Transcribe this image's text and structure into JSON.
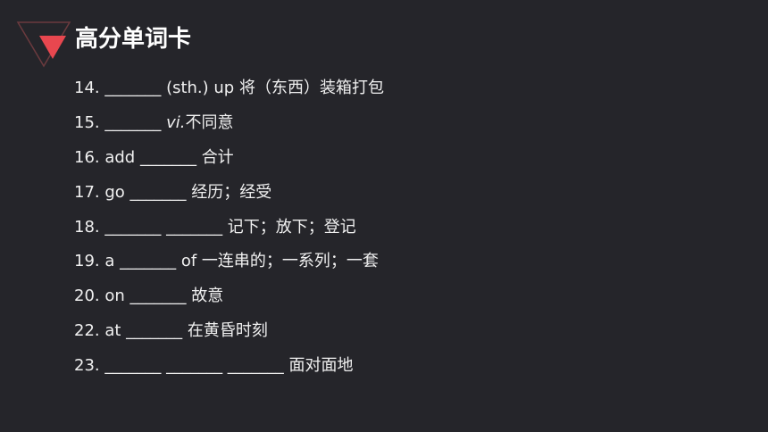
{
  "slide": {
    "title": "高分单词卡"
  },
  "items": [
    {
      "lead": "14. _______ (sth.) up  ",
      "pos": "",
      "meaning": "将（东西）装箱打包"
    },
    {
      "lead": "15. _______  ",
      "pos": "vi.",
      "meaning": "不同意"
    },
    {
      "lead": "16. add _______ ",
      "pos": "",
      "meaning": "合计"
    },
    {
      "lead": "17. go _______  ",
      "pos": "",
      "meaning": "经历；经受"
    },
    {
      "lead": "18. _______ _______ ",
      "pos": "",
      "meaning": "记下；放下；登记"
    },
    {
      "lead": "19. a _______ of  ",
      "pos": "",
      "meaning": "一连串的；一系列；一套"
    },
    {
      "lead": "20. on _______ ",
      "pos": "",
      "meaning": "故意"
    },
    {
      "lead": "22. at _______ ",
      "pos": "",
      "meaning": "在黄昏时刻"
    },
    {
      "lead": "23. _______ _______ _______ ",
      "pos": "",
      "meaning": "面对面地"
    }
  ],
  "colors": {
    "background": "#25252a",
    "accent": "#e8474f",
    "text": "#f0f0f0"
  }
}
